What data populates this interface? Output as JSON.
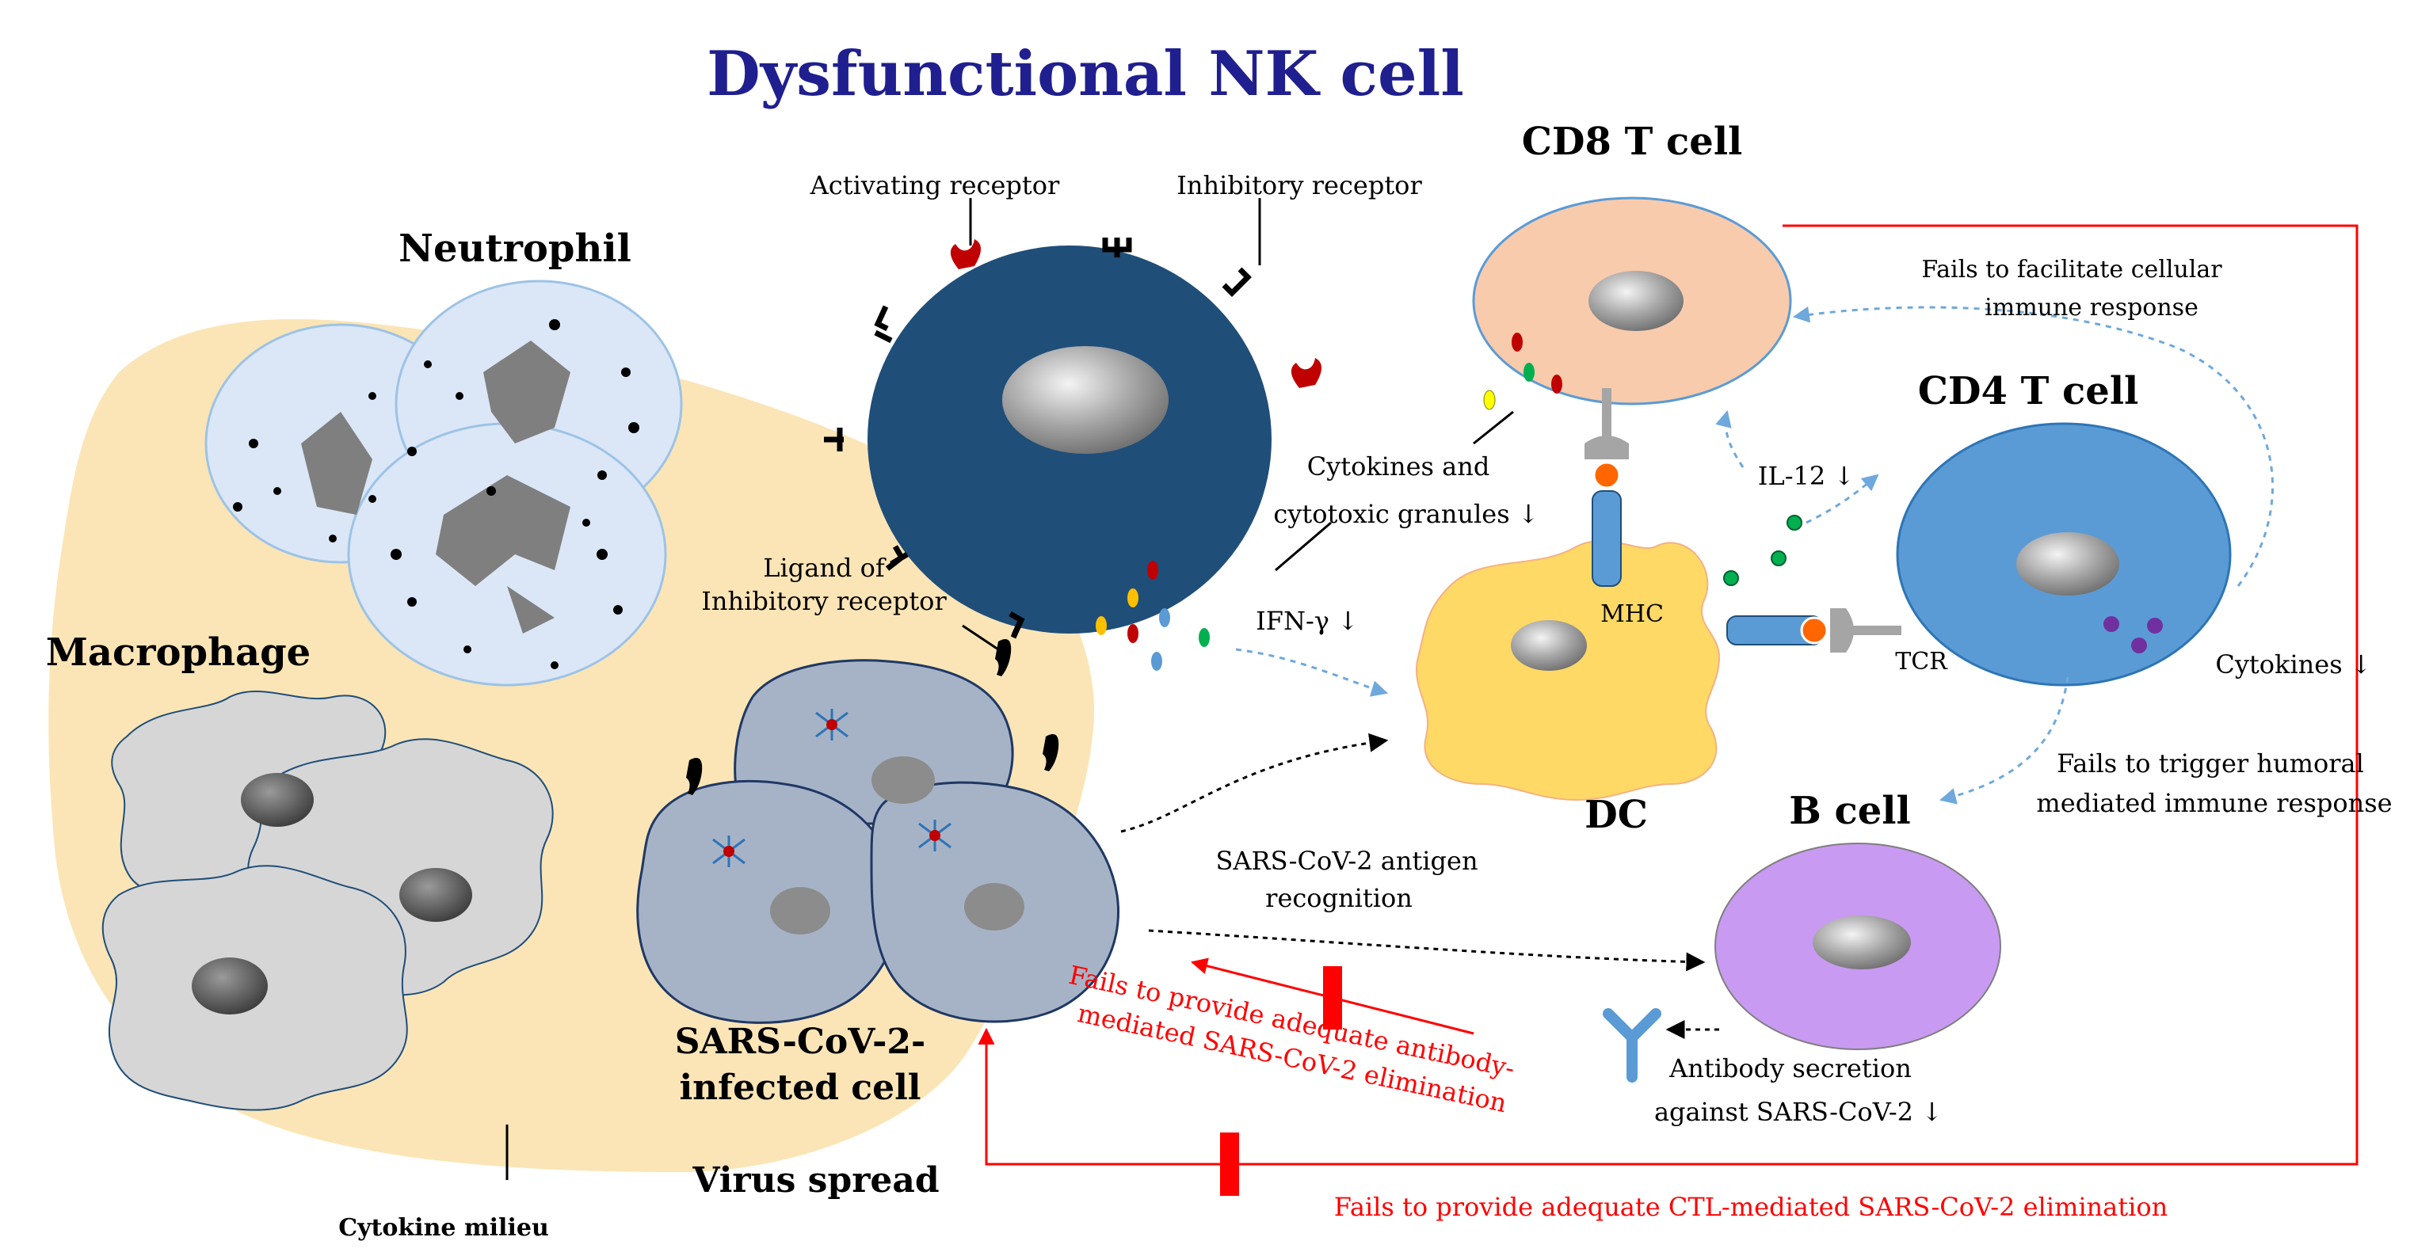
{
  "title": "Dysfunctional NK cell",
  "cells": {
    "neutrophil": "Neutrophil",
    "macrophage": "Macrophage",
    "cd8": "CD8 T cell",
    "cd4": "CD4 T cell",
    "dc": "DC",
    "bcell": "B cell",
    "infected_line1": "SARS-CoV-2-",
    "infected_line2": "infected cell"
  },
  "labels": {
    "activating_receptor": "Activating  receptor",
    "inhibitory_receptor": "Inhibitory  receptor",
    "ligand_line1": "Ligand of",
    "ligand_line2": "Inhibitory receptor",
    "cytokines_granules_line1": "Cytokines and",
    "cytokines_granules_line2": "cytotoxic granules ↓",
    "il12": "IL-12 ↓",
    "ifn": "IFN-γ ↓",
    "mhc": "MHC",
    "tcr": "TCR",
    "cytokines": "Cytokines ↓",
    "cellular_line1": "Fails  to  facilitate  cellular",
    "cellular_line2": "immune  response",
    "humoral_line1": "Fails to trigger humoral",
    "humoral_line2": "mediated immune response",
    "antigen_line1": "SARS-CoV-2  antigen",
    "antigen_line2": "recognition",
    "antibody_line1": "Antibody  secretion",
    "antibody_line2": "against  SARS-CoV-2 ↓",
    "antibody_fail_line1": "Fails  to  provide  adequate  antibody-",
    "antibody_fail_line2": "mediated  SARS-CoV-2  elimination",
    "ctl_fail": "Fails  to  provide  adequate  CTL-mediated  SARS-CoV-2  elimination",
    "virus_spread": "Virus spread",
    "cytokine_milieu": "Cytokine milieu"
  },
  "colors": {
    "title": "#1f1f8f",
    "nk": "#1f4e79",
    "milieu": "#fbe5b6",
    "neutrophil": "#dbe7f7",
    "macrophage": "#d6d6d6",
    "infected": "#a6b3c7",
    "cd8": "#f8cbad",
    "cd4": "#5b9bd5",
    "dc": "#ffd966",
    "bcell": "#c99af2",
    "red": "#ff0000",
    "blue_dashed": "#6fa8dc"
  }
}
